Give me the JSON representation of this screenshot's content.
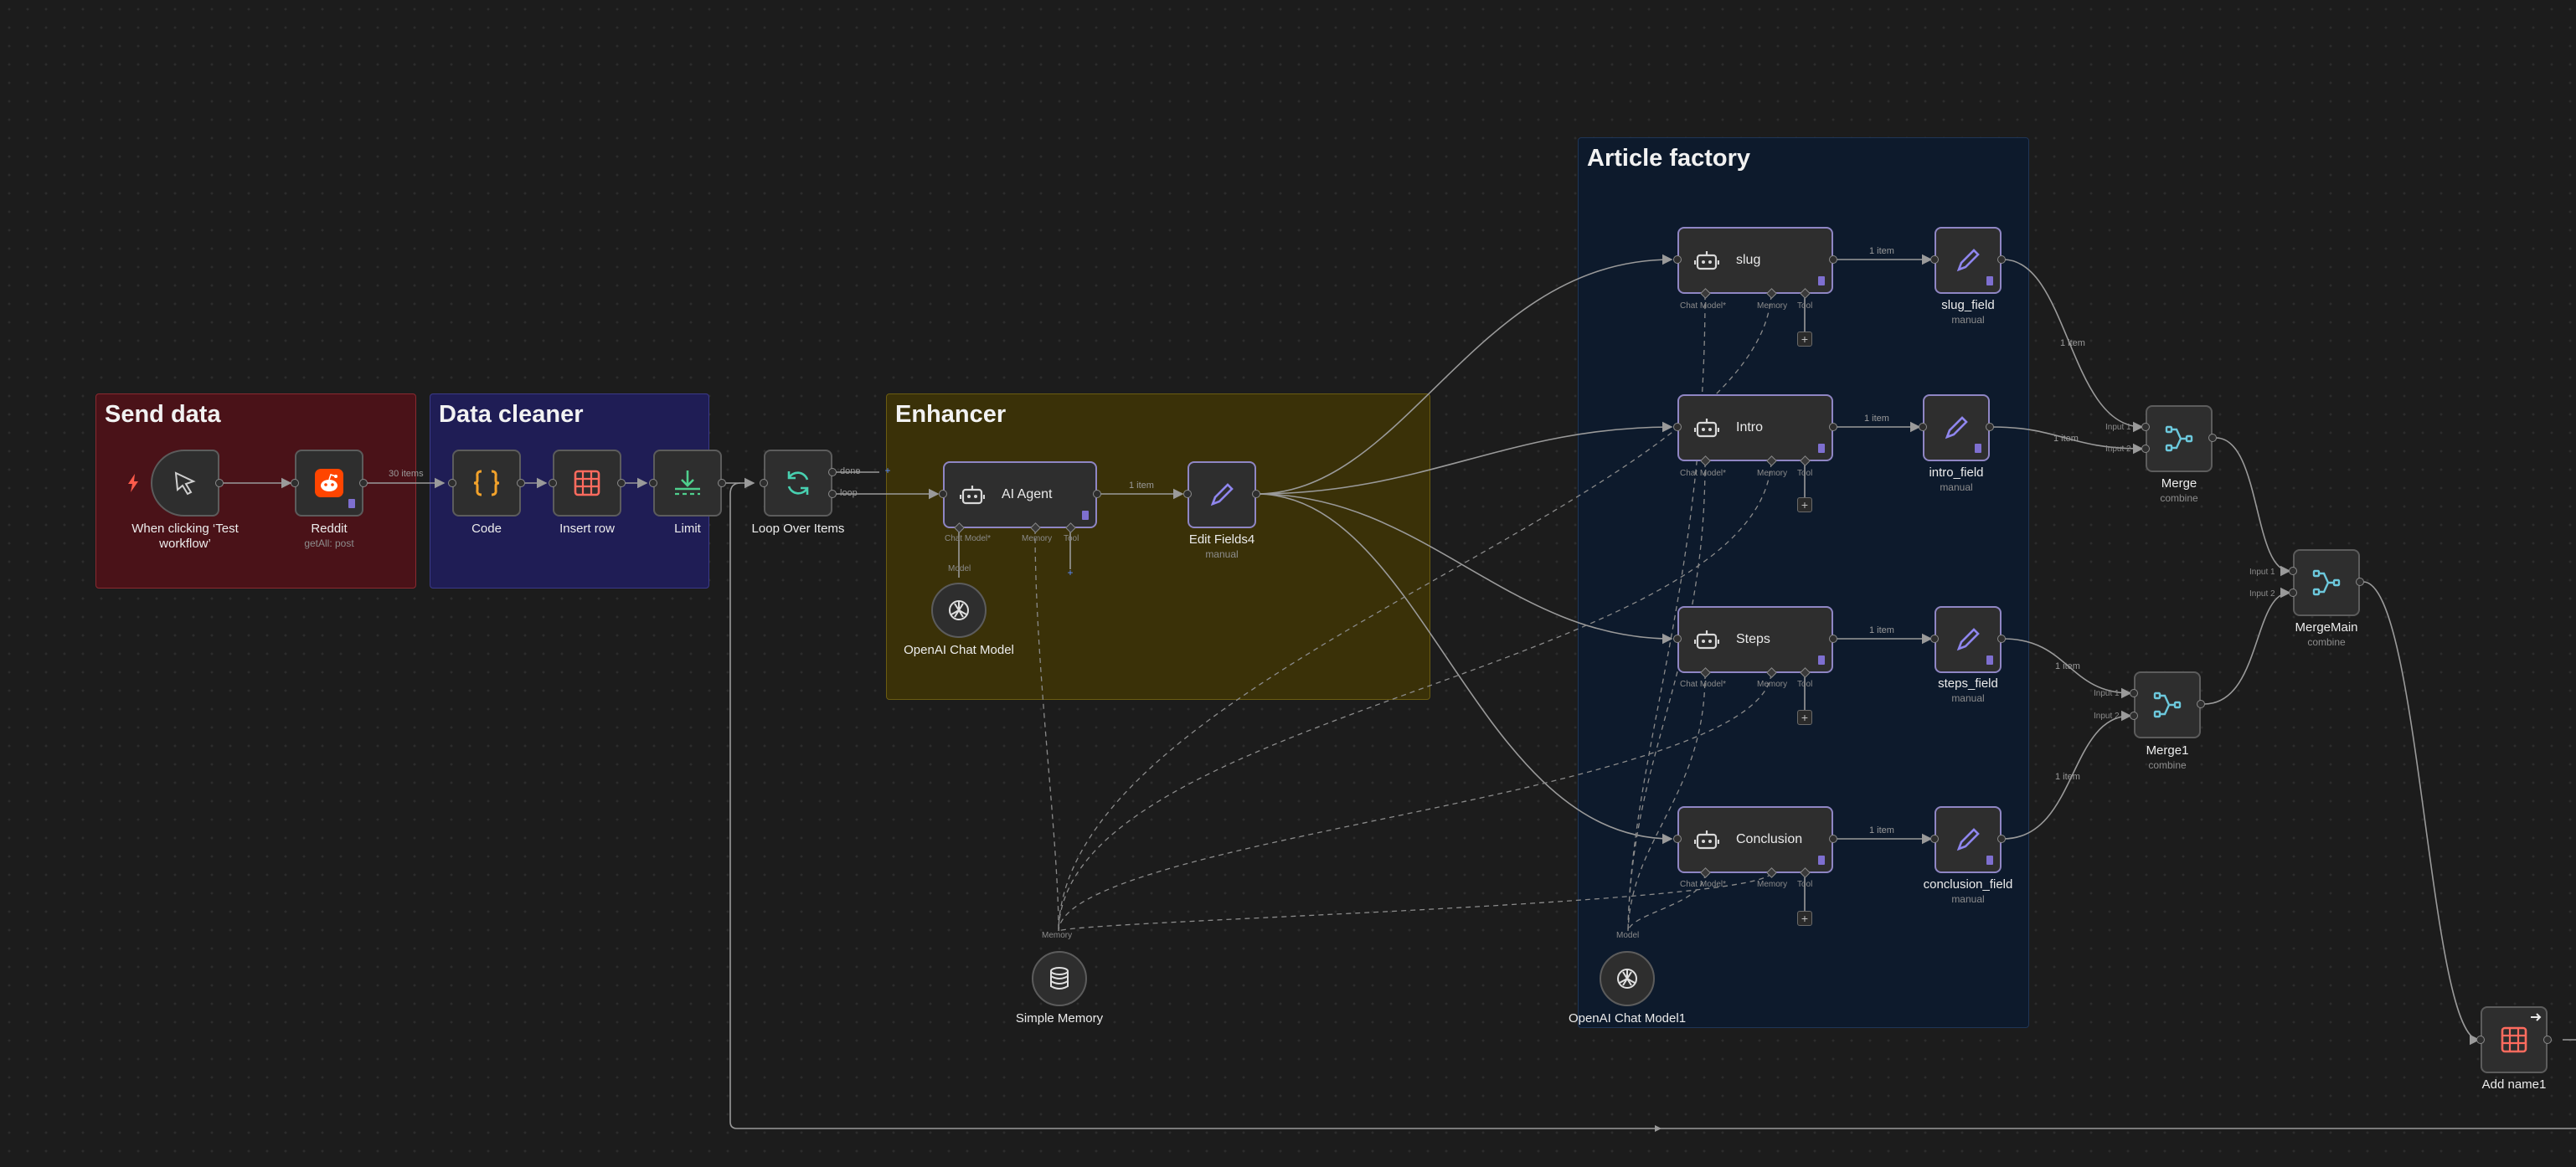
{
  "groups": {
    "send": "Send data",
    "cleaner": "Data cleaner",
    "enhancer": "Enhancer",
    "factory": "Article factory"
  },
  "nodes": {
    "trigger": "When clicking ‘Test workflow’",
    "reddit": "Reddit",
    "reddit_sub": "getAll: post",
    "code": "Code",
    "insert_row": "Insert row",
    "limit": "Limit",
    "loop": "Loop Over Items",
    "ai_agent": "AI Agent",
    "openai_model": "OpenAI Chat Model",
    "edit_fields4": "Edit Fields4",
    "slug": "slug",
    "intro": "Intro",
    "steps": "Steps",
    "conclusion": "Conclusion",
    "slug_field": "slug_field",
    "intro_field": "intro_field",
    "steps_field": "steps_field",
    "conclusion_field": "conclusion_field",
    "merge": "Merge",
    "merge1": "Merge1",
    "merge_main": "MergeMain",
    "simple_memory": "Simple Memory",
    "openai_model1": "OpenAI Chat Model1",
    "add_name1": "Add name1"
  },
  "subtitles": {
    "manual": "manual",
    "combine": "combine"
  },
  "ports": {
    "chat_model": "Chat Model*",
    "memory": "Memory",
    "tool": "Tool",
    "model": "Model",
    "input1": "Input 1",
    "input2": "Input 2",
    "done": "done",
    "loop": "loop"
  },
  "edges": {
    "items30": "30 items",
    "item1": "1 item"
  },
  "colors": {
    "send_bg": "#4a1218",
    "cleaner_bg": "#1f1d55",
    "enhancer_bg": "#3a3108",
    "factory_bg": "#0d1a2c",
    "agent_border": "#8f86c4",
    "code_icon": "#f2a22b",
    "table_icon": "#ff6b5e",
    "limit_icon": "#4fcf8d",
    "loop_icon": "#48d0b0",
    "merge_icon": "#6cc8dc",
    "edit_icon": "#8f86ee",
    "reddit": "#ff4500"
  },
  "icons": {
    "trigger": "cursor-icon",
    "reddit": "reddit-icon",
    "code": "code-braces-icon",
    "table": "table-icon",
    "limit": "limit-icon",
    "loop": "refresh-icon",
    "agent": "robot-icon",
    "edit": "pencil-icon",
    "merge": "merge-icon",
    "openai": "openai-icon",
    "memory": "database-icon",
    "bolt": "bolt-icon",
    "add": "plus-icon"
  }
}
